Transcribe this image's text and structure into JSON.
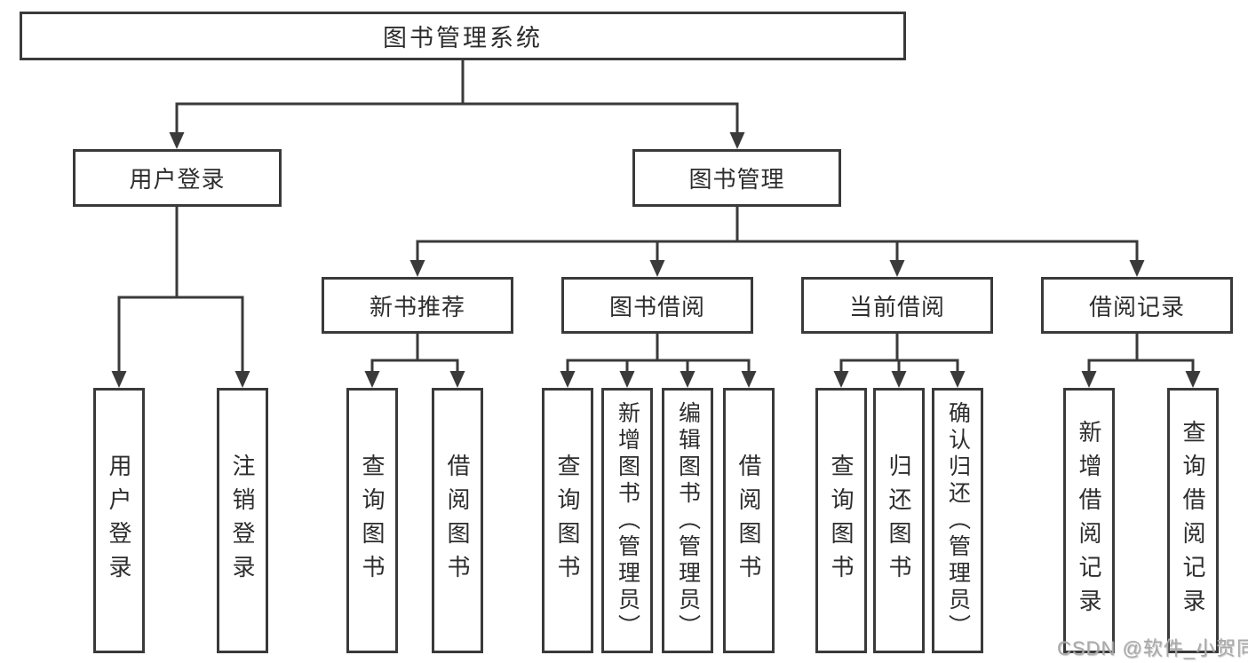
{
  "root": {
    "label": "图书管理系统"
  },
  "userLogin": {
    "label": "用户登录",
    "children": [
      "用户登录",
      "注销登录"
    ]
  },
  "bookMgmt": {
    "label": "图书管理"
  },
  "newBookRec": {
    "label": "新书推荐",
    "children": [
      "查询图书",
      "借阅图书"
    ]
  },
  "bookBorrow": {
    "label": "图书借阅",
    "children": [
      "查询图书",
      "新增图书（管理员）",
      "编辑图书（管理员）",
      "借阅图书"
    ]
  },
  "currentBorrow": {
    "label": "当前借阅",
    "children": [
      "查询图书",
      "归还图书",
      "确认归还（管理员）"
    ]
  },
  "borrowRecords": {
    "label": "借阅记录",
    "children": [
      "新增借阅记录",
      "查询借阅记录"
    ]
  },
  "watermark": {
    "text": "CSDN @软件_小贺同学"
  },
  "colors": {
    "line": "#3a3a3a",
    "text": "#2d2d2d",
    "watermark": "#a9a9a9",
    "background": "#ffffff"
  }
}
